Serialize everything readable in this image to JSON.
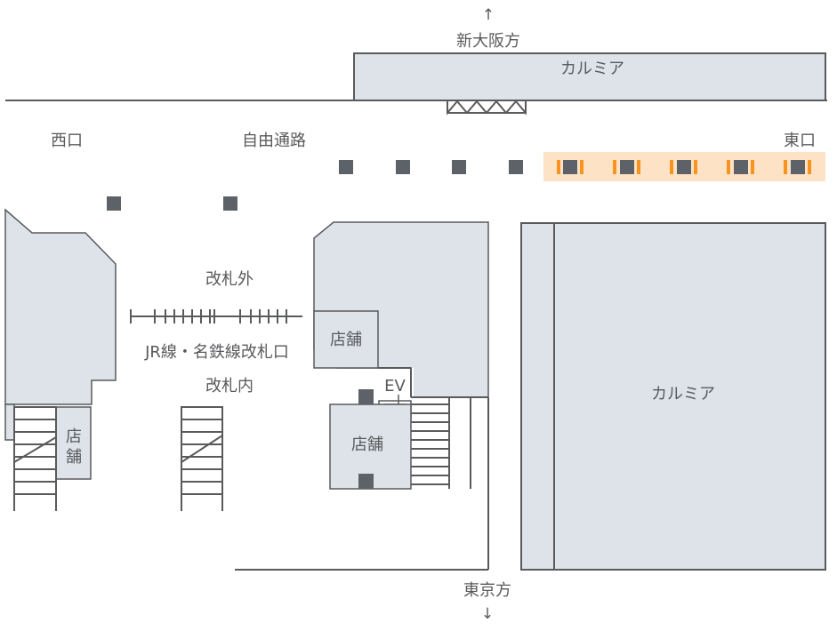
{
  "directions": {
    "north": "新大阪方",
    "south": "東京方",
    "north_arrow": "↑",
    "south_arrow": "↓"
  },
  "areas": {
    "karumia_top": "カルミア",
    "karumia_right": "カルミア",
    "west_exit": "西口",
    "free_passage": "自由通路",
    "east_exit": "東口",
    "outside_gate": "改札外",
    "gate_name": "JR線・名鉄線改札口",
    "inside_gate": "改札内",
    "elevator": "EV",
    "shop_mid": "店舗",
    "shop_center": "店舗",
    "shop_left_col1": "店",
    "shop_left_col2": "舗"
  },
  "colors": {
    "wall": "#595a5c",
    "shop_fill": "#dde3e9",
    "pillar": "#5c6268",
    "highlight_band": "#fde2c6",
    "highlight_accent": "#f7931e"
  }
}
